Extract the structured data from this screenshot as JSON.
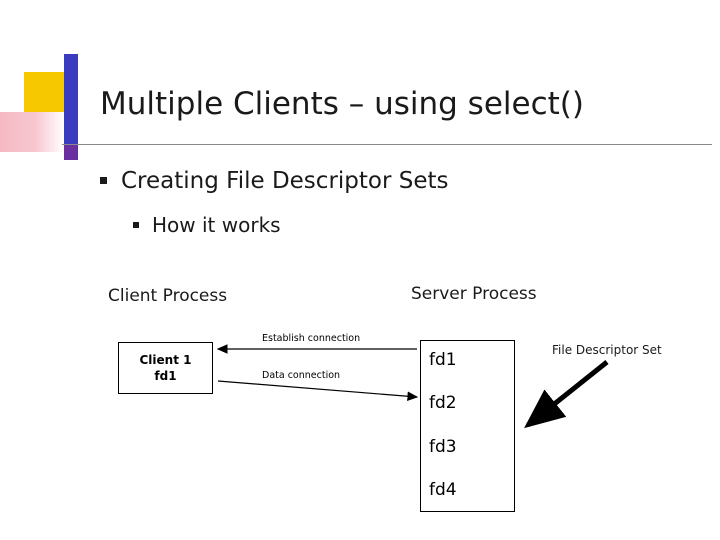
{
  "slide": {
    "title": "Multiple Clients – using select()",
    "bullets": [
      {
        "level": 1,
        "text": "Creating File Descriptor Sets"
      },
      {
        "level": 2,
        "text": "How it works"
      }
    ],
    "diagram": {
      "client_process_label": "Client Process",
      "server_process_label": "Server Process",
      "file_descriptor_set_label": "File Descriptor Set",
      "client_box": {
        "line1": "Client 1",
        "line2": "fd1"
      },
      "connections": [
        {
          "name": "establish",
          "label": "Establish connection"
        },
        {
          "name": "data",
          "label": "Data connection"
        }
      ],
      "fd_list": [
        "fd1",
        "fd2",
        "fd3",
        "fd4"
      ]
    },
    "colors": {
      "accent_yellow": "#f5c800",
      "accent_blue": "#3b3bbf",
      "accent_pink": "#f6b9c4",
      "accent_purple": "#6a2ea0",
      "text": "#1a1a1a",
      "rule": "#8a8a8a"
    }
  }
}
